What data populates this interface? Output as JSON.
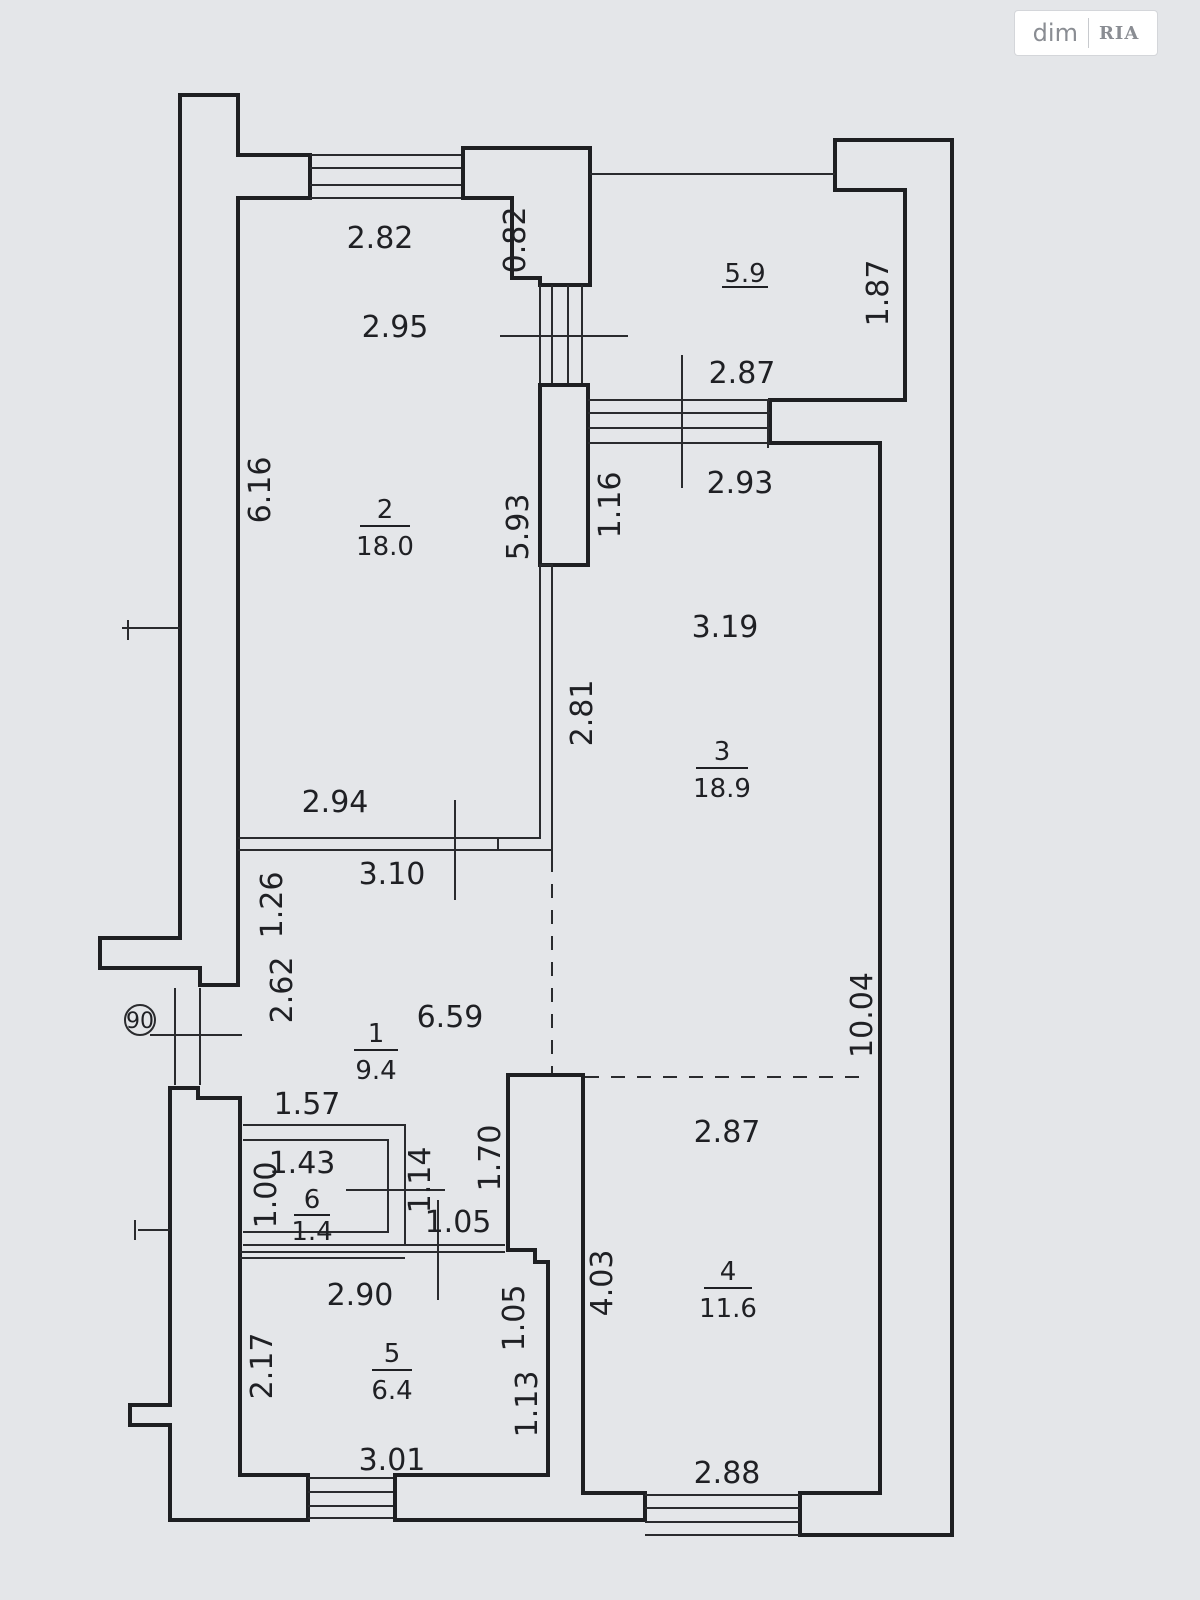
{
  "watermark": {
    "text": "dim",
    "brand": "RIA"
  },
  "axis_marker": "90",
  "rooms": [
    {
      "number": "1",
      "area": "9.4"
    },
    {
      "number": "2",
      "area": "18.0"
    },
    {
      "number": "3",
      "area": "18.9"
    },
    {
      "number": "4",
      "area": "11.6"
    },
    {
      "number": "5",
      "area": "6.4"
    },
    {
      "number": "6",
      "area": "1.4"
    },
    {
      "area": "5.9"
    }
  ],
  "dimensions": {
    "d282": "2.82",
    "d082": "0.82",
    "d295": "2.95",
    "d616": "6.16",
    "d593": "5.93",
    "d116": "1.16",
    "d287a": "2.87",
    "d293": "2.93",
    "d187": "1.87",
    "d319": "3.19",
    "d281": "2.81",
    "d294": "2.94",
    "d310": "3.10",
    "d126": "1.26",
    "d262": "2.62",
    "d659": "6.59",
    "d1004": "10.04",
    "d157": "1.57",
    "d143": "1.43",
    "d100": "1.00",
    "d114": "1.14",
    "d170": "1.70",
    "d105a": "1.05",
    "d287b": "2.87",
    "d290": "2.90",
    "d105b": "1.05",
    "d403": "4.03",
    "d217": "2.17",
    "d113": "1.13",
    "d301": "3.01",
    "d288": "2.88"
  },
  "colors": {
    "paper": "#e4e6e9",
    "ink": "#1e1f22"
  }
}
